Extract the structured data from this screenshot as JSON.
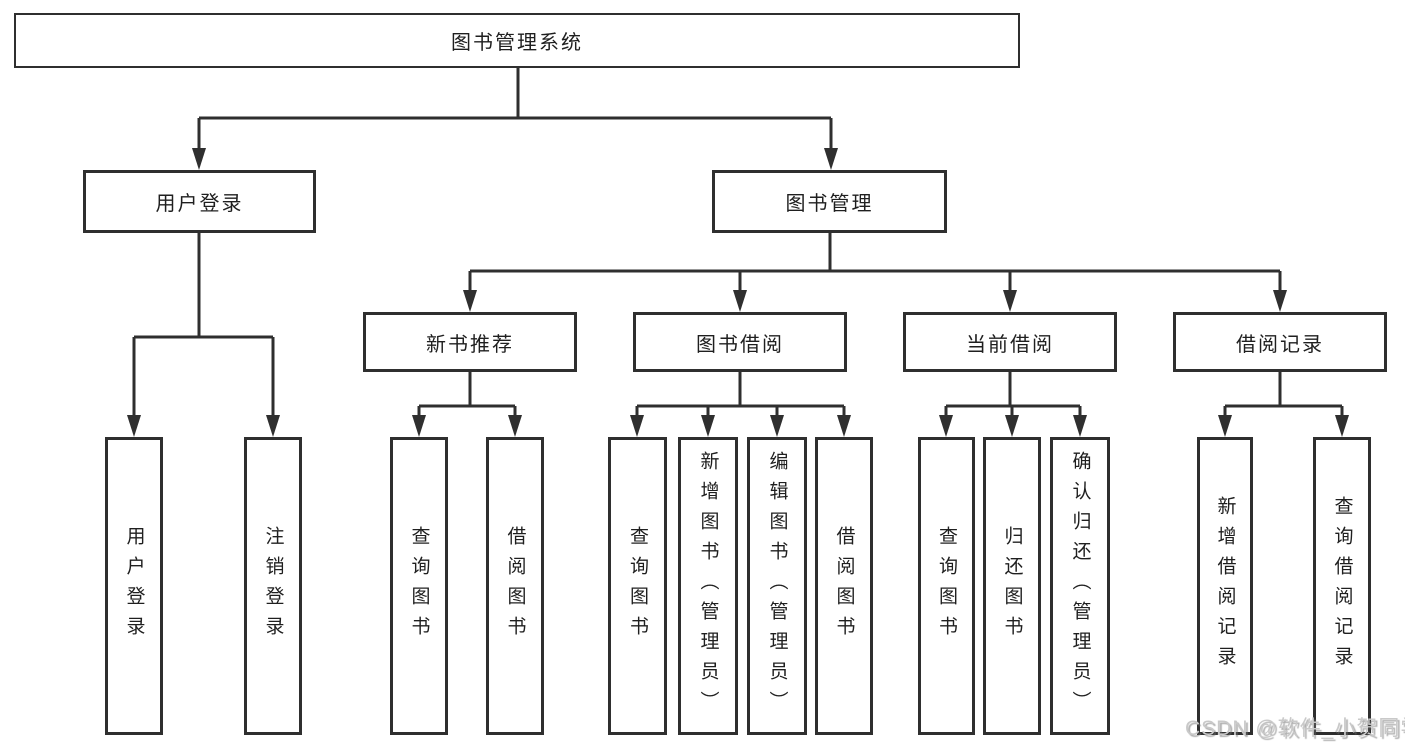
{
  "diagram": {
    "title": "图书管理系统",
    "nodes": {
      "root": {
        "label": "图书管理系统"
      },
      "user_login": {
        "label": "用户登录"
      },
      "book_mgmt": {
        "label": "图书管理"
      },
      "new_book_rec": {
        "label": "新书推荐"
      },
      "book_borrow": {
        "label": "图书借阅"
      },
      "current_borrow": {
        "label": "当前借阅"
      },
      "borrow_records": {
        "label": "借阅记录"
      },
      "leaf_user_login": {
        "label": "用户登录"
      },
      "leaf_logout": {
        "label": "注销登录"
      },
      "leaf_query_book_newrec": {
        "label": "查询图书"
      },
      "leaf_borrow_book_newrec": {
        "label": "借阅图书"
      },
      "leaf_query_book_borrow": {
        "label": "查询图书"
      },
      "leaf_add_book_admin": {
        "label": "新增图书（管理员）"
      },
      "leaf_edit_book_admin": {
        "label": "编辑图书（管理员）"
      },
      "leaf_borrow_book_borrow": {
        "label": "借阅图书"
      },
      "leaf_query_book_current": {
        "label": "查询图书"
      },
      "leaf_return_book": {
        "label": "归还图书"
      },
      "leaf_confirm_return_admin": {
        "label": "确认归还（管理员）"
      },
      "leaf_add_borrow_record": {
        "label": "新增借阅记录"
      },
      "leaf_query_borrow_record": {
        "label": "查询借阅记录"
      }
    },
    "colors": {
      "line": "#2f2f2f",
      "box_border": "#2f2f2f",
      "text": "#1f1f1f",
      "background": "#ffffff",
      "watermark_text": "#c9c9c9"
    }
  },
  "watermark": {
    "text": "CSDN @软件_小贺同学"
  }
}
